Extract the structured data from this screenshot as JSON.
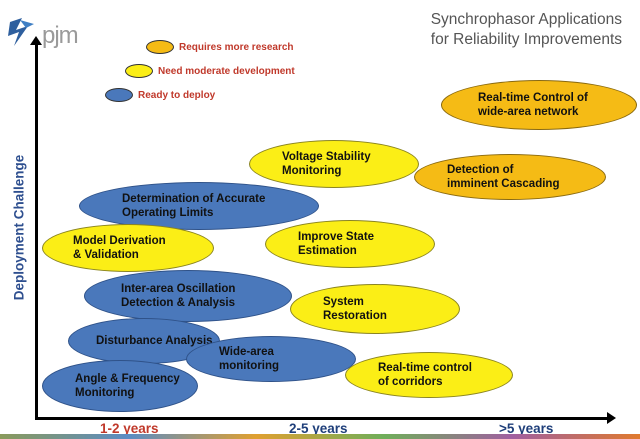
{
  "logo": {
    "text": "pjm"
  },
  "title": {
    "line1": "Synchrophasor Applications",
    "line2": "for Reliability Improvements"
  },
  "legend": [
    {
      "label": "Requires more research",
      "color": "#f5bb15"
    },
    {
      "label": "Need moderate development",
      "color": "#fbee16"
    },
    {
      "label": "Ready to deploy",
      "color": "#4a78bb"
    }
  ],
  "axes": {
    "y_label": "Deployment Challenge",
    "x_ticks": [
      {
        "label": "1-2 years",
        "color": "#c0392b"
      },
      {
        "label": "2-5 years",
        "color": "#1f3f7a"
      },
      {
        "label": ">5 years",
        "color": "#1f3f7a"
      }
    ]
  },
  "nodes": [
    {
      "label": "Real-time Control of\nwide-area network",
      "status": "research"
    },
    {
      "label": "Detection of\nimminent Cascading",
      "status": "research"
    },
    {
      "label": "Voltage Stability\nMonitoring",
      "status": "moderate"
    },
    {
      "label": "Determination of Accurate\nOperating Limits",
      "status": "ready"
    },
    {
      "label": "Model Derivation\n& Validation",
      "status": "moderate"
    },
    {
      "label": "Improve State\nEstimation",
      "status": "moderate"
    },
    {
      "label": "Inter-area Oscillation\nDetection & Analysis",
      "status": "ready"
    },
    {
      "label": "System\nRestoration",
      "status": "moderate"
    },
    {
      "label": "Disturbance Analysis",
      "status": "ready"
    },
    {
      "label": "Wide-area\nmonitoring",
      "status": "ready"
    },
    {
      "label": "Real-time control\nof corridors",
      "status": "moderate"
    },
    {
      "label": "Angle & Frequency\nMonitoring",
      "status": "ready"
    }
  ]
}
